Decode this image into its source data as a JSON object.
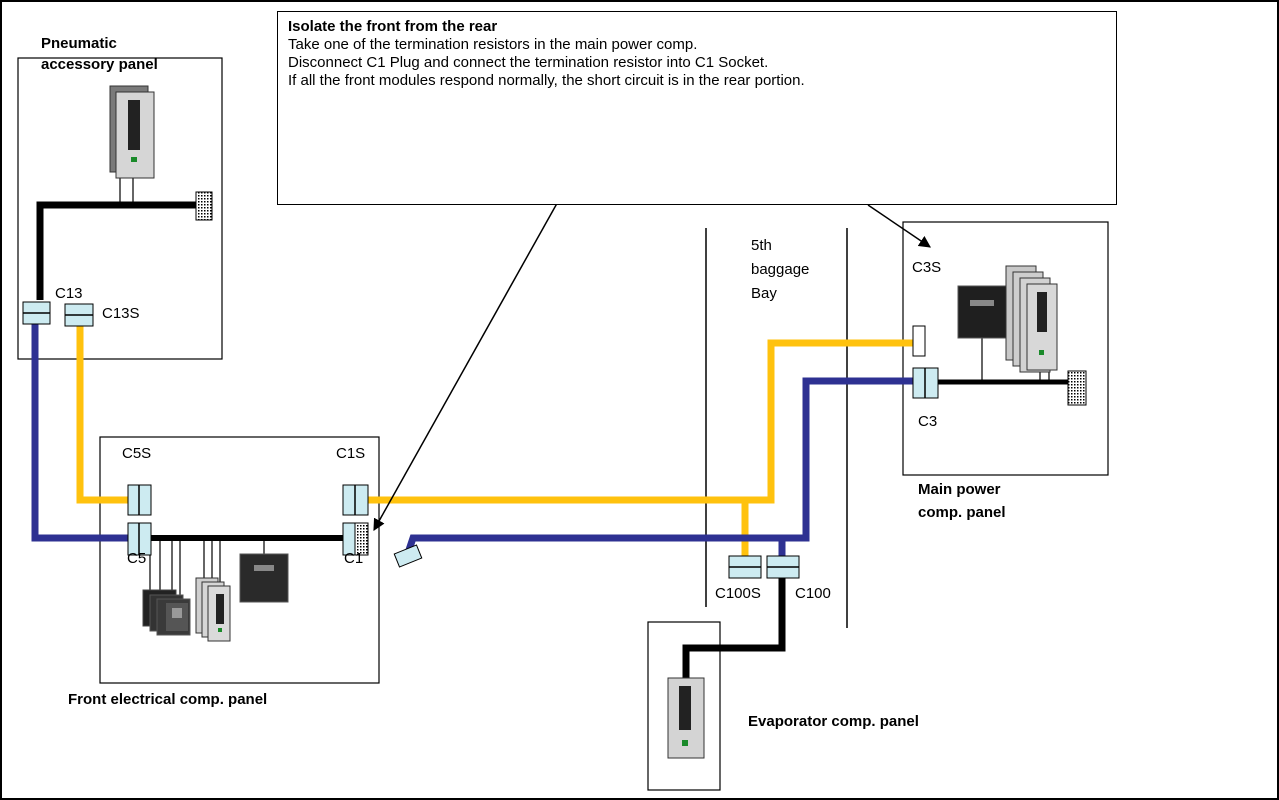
{
  "callout": {
    "title": "Isolate the front from the rear",
    "lines": [
      "Take one of the termination resistors in the main power comp.",
      "Disconnect C1 Plug and connect the termination resistor into C1 Socket.",
      "If all the front modules respond normally, the short circuit is in the rear portion."
    ]
  },
  "panels": {
    "pneumatic": "Pneumatic accessory panel",
    "pneumatic_line1": "Pneumatic",
    "pneumatic_line2": "accessory panel",
    "front": "Front electrical comp. panel",
    "main_line1": "Main power",
    "main_line2": "comp. panel",
    "evaporator": "Evaporator comp. panel"
  },
  "bay": {
    "line1": "5th",
    "line2": "baggage",
    "line3": "Bay"
  },
  "connectors": {
    "c13": "C13",
    "c13s": "C13S",
    "c5s": "C5S",
    "c5": "C5",
    "c1s": "C1S",
    "c1": "C1",
    "c3s": "C3S",
    "c3": "C3",
    "c100s": "C100S",
    "c100": "C100"
  },
  "colors": {
    "yellow_bus": "#FFC20E",
    "blue_bus": "#2E3192",
    "black_bus": "#000000",
    "connector_fill": "#CDEBF1"
  }
}
